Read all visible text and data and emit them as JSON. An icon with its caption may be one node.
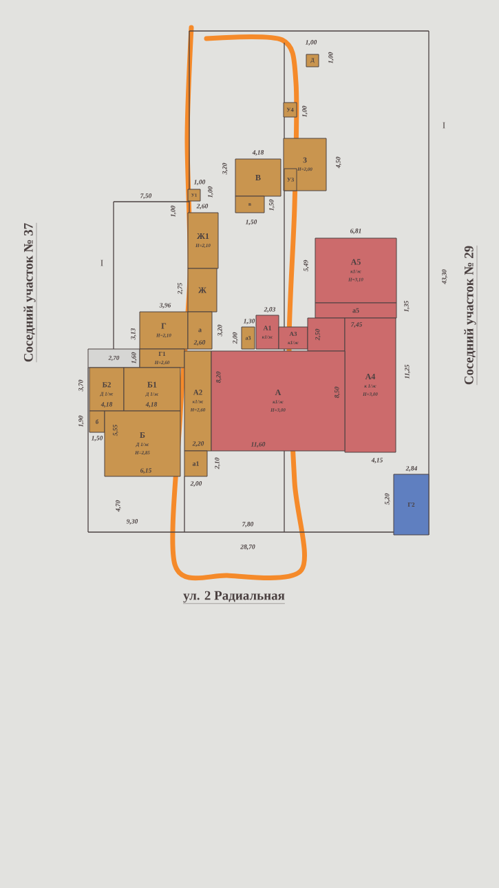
{
  "diagram": {
    "nodes": [
      {
        "text": [
          "Д"
        ]
      },
      {
        "text": [
          "У4"
        ]
      },
      {
        "text": [
          "З",
          "Н=2,00"
        ]
      },
      {
        "text": [
          "У3"
        ],
        "in": 2
      },
      {
        "text": [
          "В"
        ]
      },
      {
        "text": [
          "в"
        ]
      },
      {
        "text": [
          "У1"
        ]
      },
      {
        "text": [
          "Ж1",
          "Н=2,10"
        ]
      },
      {
        "text": [
          "А5",
          "к1/ж",
          "Н=3,10"
        ]
      },
      {
        "text": [
          "а5"
        ]
      },
      {
        "text": [
          "Ж"
        ]
      },
      {
        "text": [
          "Г",
          "Н=2,10"
        ]
      },
      {
        "text": [
          "а"
        ]
      },
      {
        "text": [
          "А1",
          "к1/ж"
        ]
      },
      {
        "text": [
          "а3"
        ]
      },
      {
        "text": [
          "А3",
          "к1/ж"
        ]
      },
      {
        "text": [
          "А4",
          "к 1/ж",
          "Н=3,00"
        ]
      },
      {
        "text": [
          "2,70"
        ]
      },
      {
        "text": [
          "Г1",
          "Н=2,60"
        ]
      },
      {
        "text": [
          "А2",
          "к1/ж",
          "Н=2,60"
        ]
      },
      {
        "text": [
          "А",
          "к1/ж",
          "Н=3,00"
        ]
      },
      {
        "text": [
          "Б2",
          "Д 1/ж"
        ]
      },
      {
        "text": [
          "Б1",
          "Д 1/ж"
        ]
      },
      {
        "text": [
          "б"
        ]
      },
      {
        "text": [
          "Б",
          "Д 1/ж",
          "Н=2,85"
        ]
      },
      {
        "text": [
          "а1"
        ]
      },
      {
        "text": [
          "Г2"
        ]
      }
    ],
    "labels": [
      "1,00",
      "1,00",
      "1,00",
      "4,18",
      "3,20",
      "4,50",
      "I",
      "1,00",
      "1,00",
      "7,50",
      "2,60",
      "1,50",
      "1,50",
      "1,00",
      "6,81",
      "I",
      "5,49",
      "43,30",
      "2,75",
      "3,96",
      "2,03",
      "1,35",
      "1,30",
      "7,45",
      "2,50",
      "3,13",
      "3,20",
      "2,60",
      "2,00",
      "1,60",
      "8,20",
      "11,25",
      "3,70",
      "4,18",
      "4,18",
      "8,50",
      "1,90",
      "5,55",
      "1,50",
      "2,20",
      "11,60",
      "4,15",
      "2,10",
      "2,84",
      "6,15",
      "2,00",
      "5,20",
      "4,70",
      "9,30",
      "7,80",
      "28,70",
      "Соседний участок № 37",
      "Соседний участок № 29",
      "ул. 2 Радиальная"
    ]
  }
}
